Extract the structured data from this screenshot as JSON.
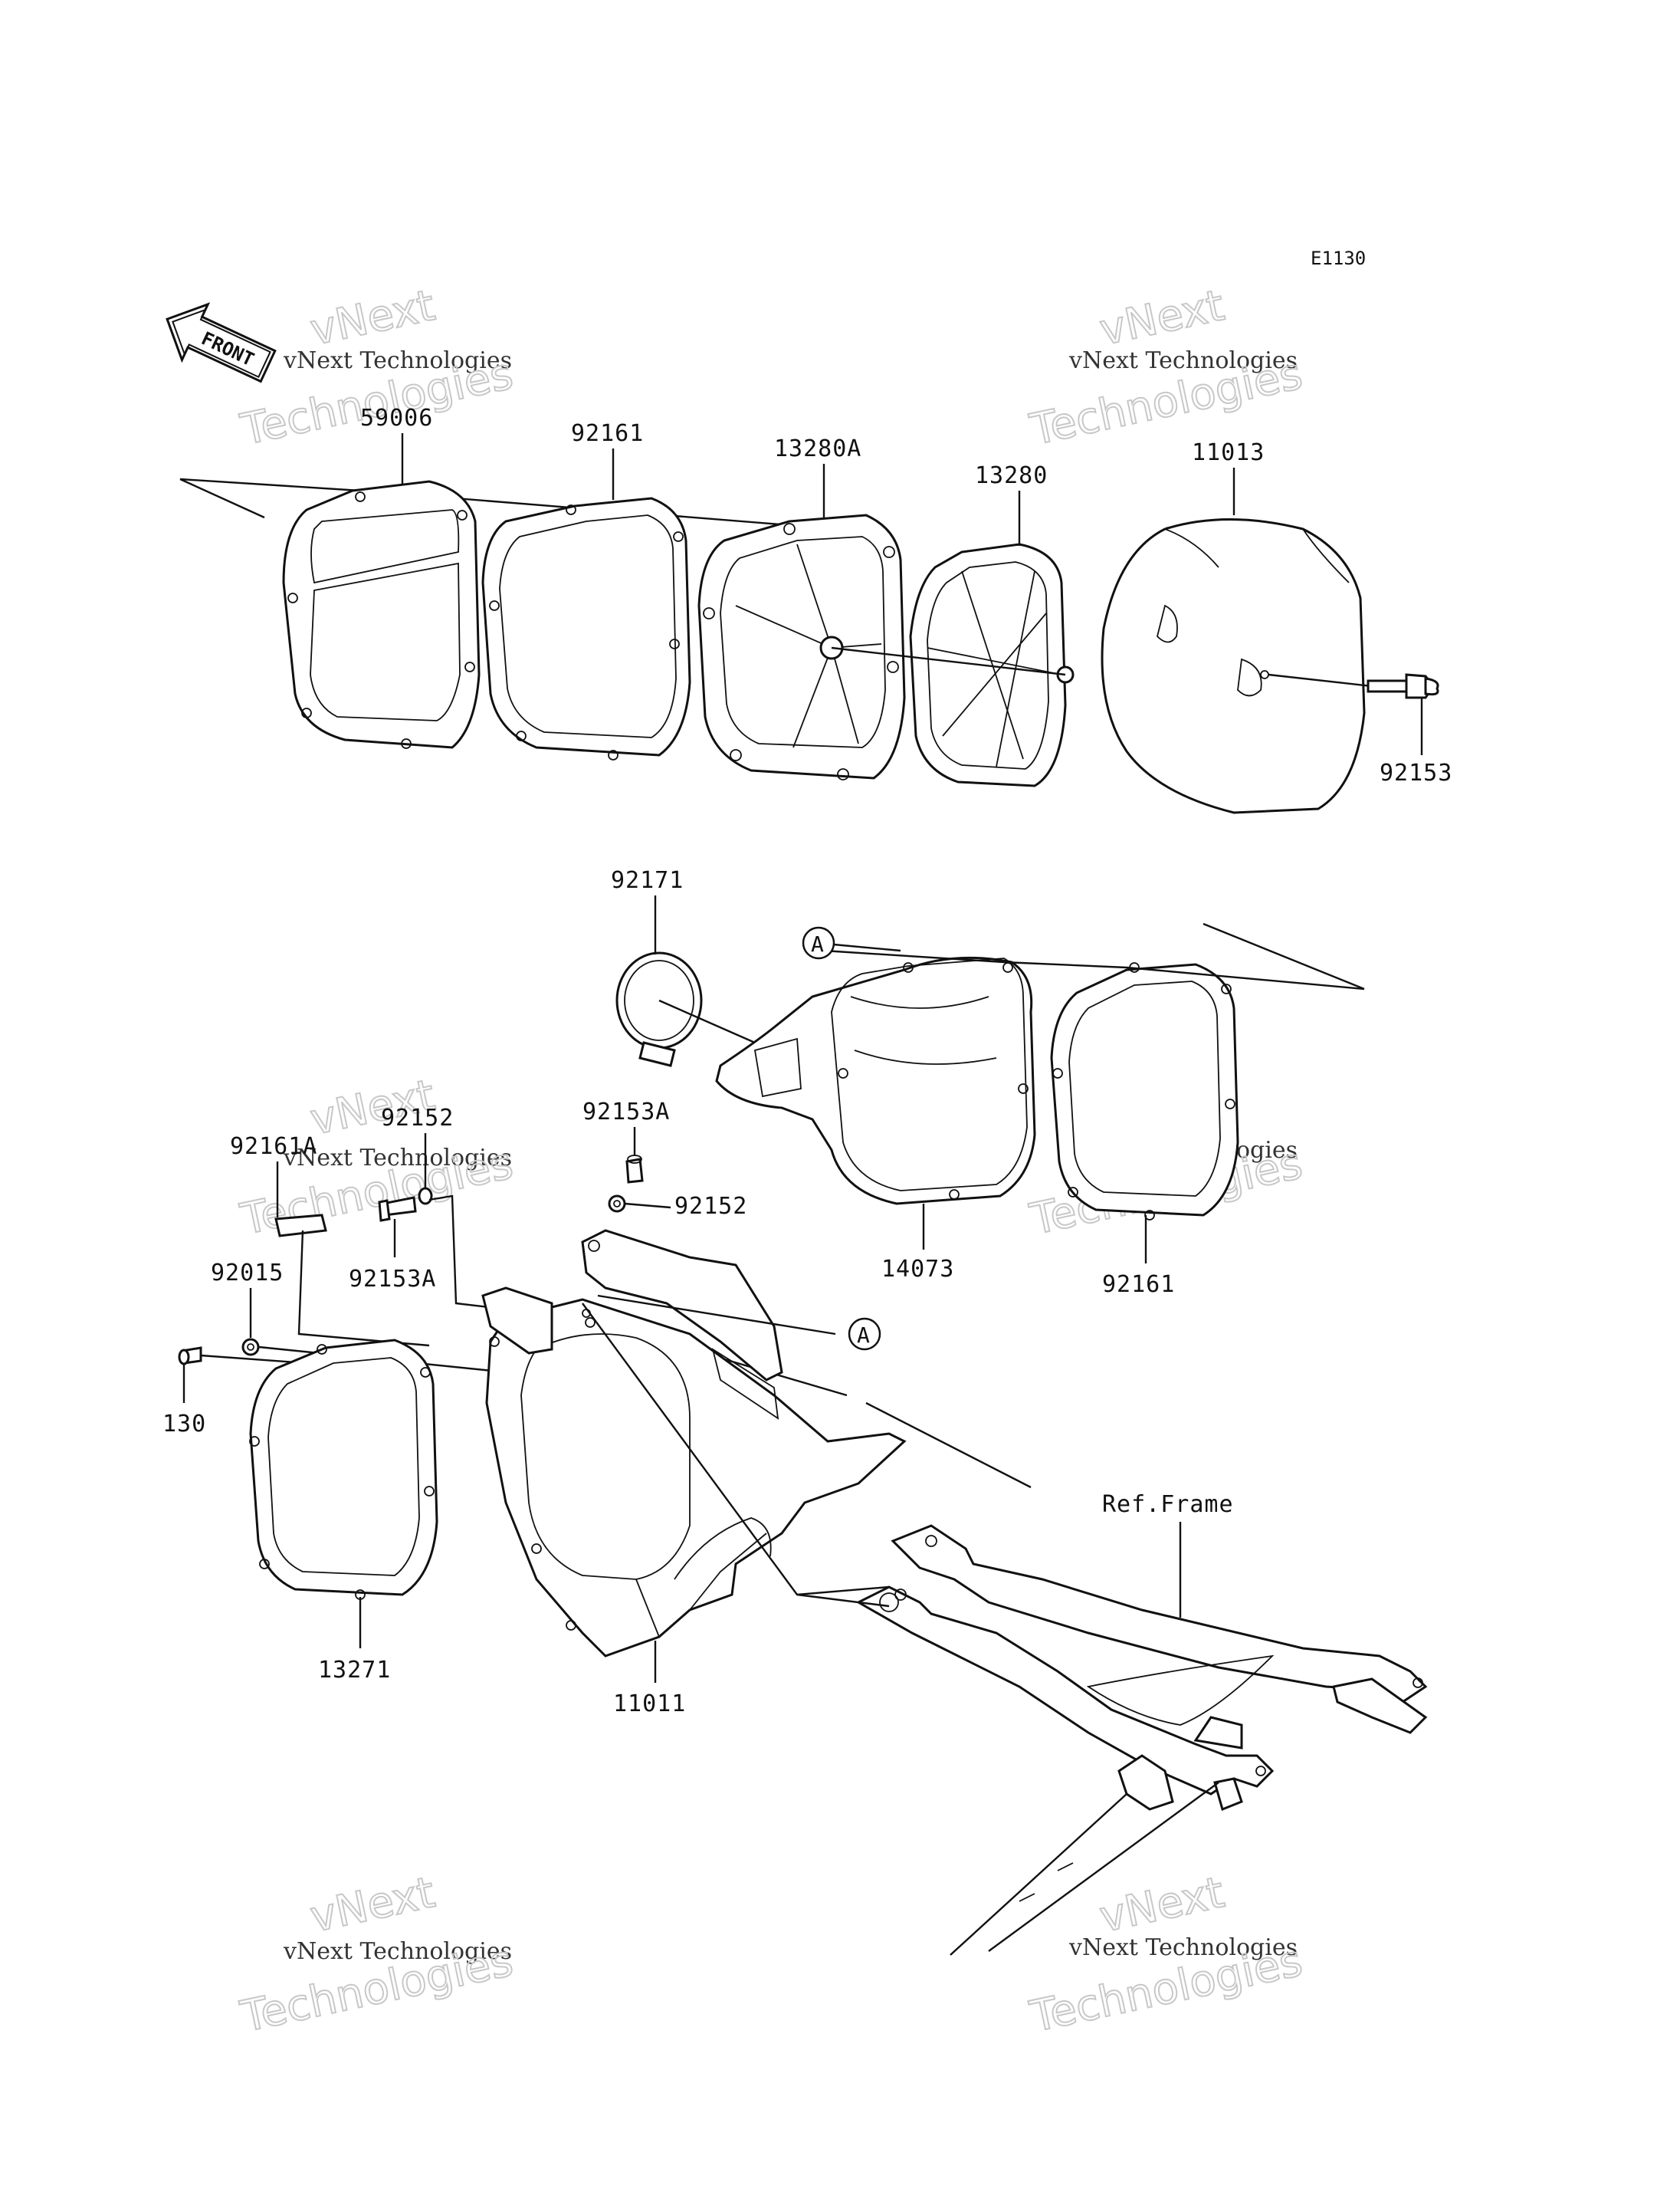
{
  "diagram_code": "E1130",
  "front_label": "FRONT",
  "watermark": {
    "line1": "vNext Technologies",
    "line2": "vNext",
    "line3": "Technologies"
  },
  "labels": {
    "p59006": "59006",
    "p92161_top": "92161",
    "p13280A": "13280A",
    "p13280": "13280",
    "p11013": "11013",
    "p92153": "92153",
    "p92171": "92171",
    "p14073": "14073",
    "p92161_mid": "92161",
    "p92153A_top": "92153A",
    "p92152_right": "92152",
    "p92152_left": "92152",
    "p92161A": "92161A",
    "p92153A_left": "92153A",
    "p92015": "92015",
    "p130": "130",
    "p13271": "13271",
    "p11011": "11011",
    "ref_frame": "Ref.Frame",
    "callout_A1": "A",
    "callout_A2": "A"
  }
}
